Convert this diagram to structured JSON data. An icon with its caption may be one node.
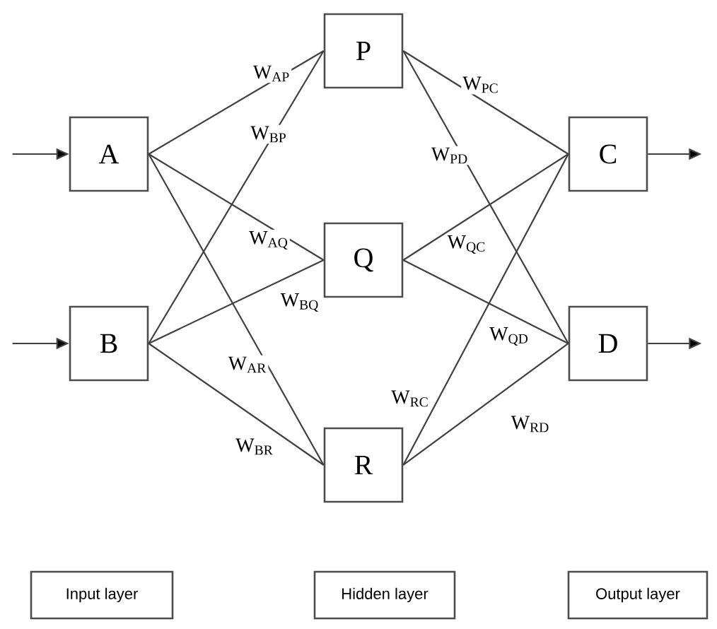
{
  "diagram": {
    "nodes": [
      {
        "text": [
          "A"
        ]
      },
      {
        "text": [
          "B"
        ]
      },
      {
        "text": [
          "P"
        ]
      },
      {
        "text": [
          "Q"
        ]
      },
      {
        "text": [
          "R"
        ]
      },
      {
        "text": [
          "C"
        ]
      },
      {
        "text": [
          "D"
        ]
      },
      {
        "text": [
          "Input layer"
        ]
      },
      {
        "text": [
          "Hidden layer"
        ]
      },
      {
        "text": [
          "Output layer"
        ]
      }
    ],
    "edges": [
      {
        "from": null,
        "to": 0,
        "arrow": "to"
      },
      {
        "from": null,
        "to": 1,
        "arrow": "to"
      },
      {
        "from": 0,
        "to": 2,
        "arrow": "none",
        "label": "W$_{AP}$"
      },
      {
        "from": 1,
        "to": 2,
        "arrow": "none",
        "label": "W$_{BP}$"
      },
      {
        "from": 0,
        "to": 3,
        "arrow": "none",
        "label": "W$_{AQ}$"
      },
      {
        "from": 1,
        "to": 3,
        "arrow": "none",
        "label": "W$_{BQ}$"
      },
      {
        "from": 0,
        "to": 4,
        "arrow": "none",
        "label": "W$_{AR}$"
      },
      {
        "from": 1,
        "to": 4,
        "arrow": "none",
        "label": "W$_{BR}$"
      },
      {
        "from": 2,
        "to": 5,
        "arrow": "none",
        "label": "W$_{PC}$"
      },
      {
        "from": 2,
        "to": 6,
        "arrow": "none",
        "label": "W$_{PD}$"
      },
      {
        "from": 3,
        "to": 5,
        "arrow": "none",
        "label": "W$_{QC}$"
      },
      {
        "from": 3,
        "to": 6,
        "arrow": "none",
        "label": "W$_{QD}$"
      },
      {
        "from": 4,
        "to": 5,
        "arrow": "none",
        "label": "W$_{RC}$"
      },
      {
        "from": 4,
        "to": 6,
        "arrow": "none",
        "label": "W$_{RD}$"
      },
      {
        "from": 5,
        "to": null,
        "arrow": "to"
      },
      {
        "from": 6,
        "to": null,
        "arrow": "to"
      }
    ]
  }
}
